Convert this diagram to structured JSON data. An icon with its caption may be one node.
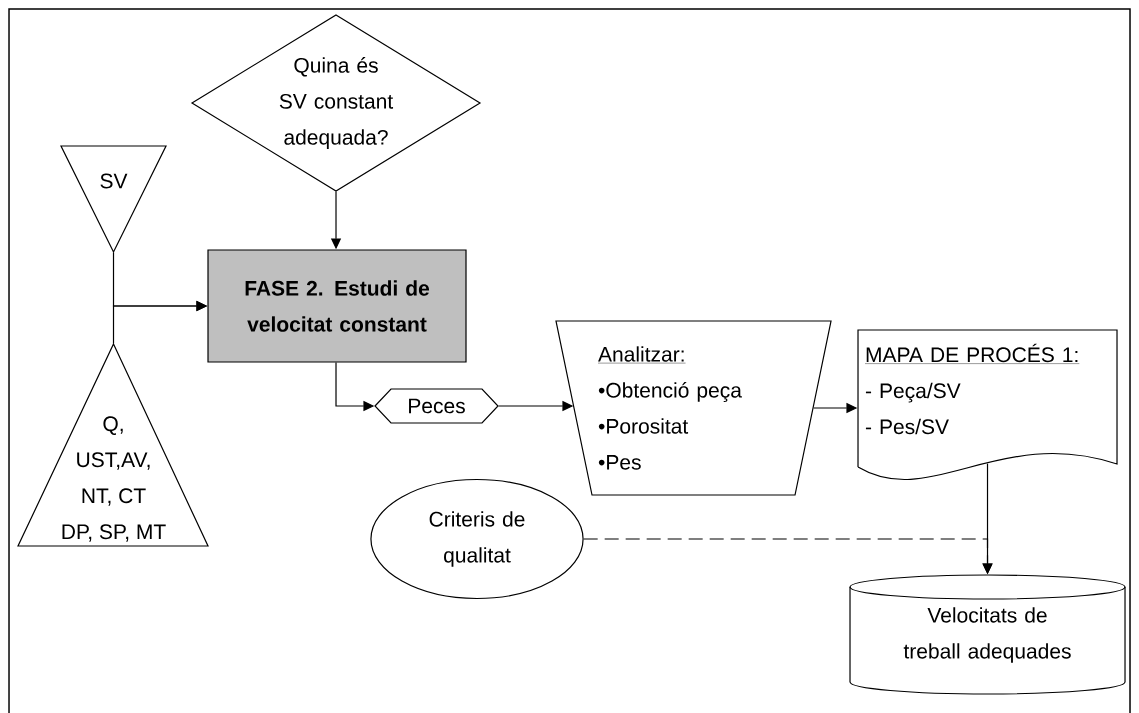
{
  "diagram": {
    "nodes": [
      {
        "text": [
          "Quina és SV constant adequada?"
        ]
      },
      {
        "text": [
          "SV"
        ]
      },
      {
        "text": [
          "FASE 2. Estudi de velocitat constant"
        ]
      },
      {
        "text": [
          "Q, UST,AV, NT, CT DP, SP, MT"
        ]
      },
      {
        "text": [
          "Peces"
        ]
      },
      {
        "text": [
          "Analitzar:",
          "•Obtenció peça",
          "•Porositat",
          "•Pes"
        ]
      },
      {
        "text": [
          "MAPA DE PROCÉS 1:",
          "- Peça/SV",
          "- Pes/SV"
        ]
      },
      {
        "text": [
          "Criteris de qualitat"
        ]
      },
      {
        "text": [
          "Velocitats de treball adequades"
        ]
      }
    ],
    "edges": [
      {
        "from": 0,
        "to": 2,
        "arrow": "to"
      },
      {
        "from": 1,
        "to": 2,
        "arrow": "to"
      },
      {
        "from": 3,
        "to": 2,
        "arrow": "to"
      },
      {
        "from": 2,
        "to": 4,
        "arrow": "to"
      },
      {
        "from": 4,
        "to": 5,
        "arrow": "to"
      },
      {
        "from": 5,
        "to": 6,
        "arrow": "to"
      },
      {
        "from": 6,
        "to": 8,
        "arrow": "to"
      },
      {
        "from": 7,
        "to": 8,
        "arrow": "to",
        "style": "dashed"
      }
    ]
  }
}
